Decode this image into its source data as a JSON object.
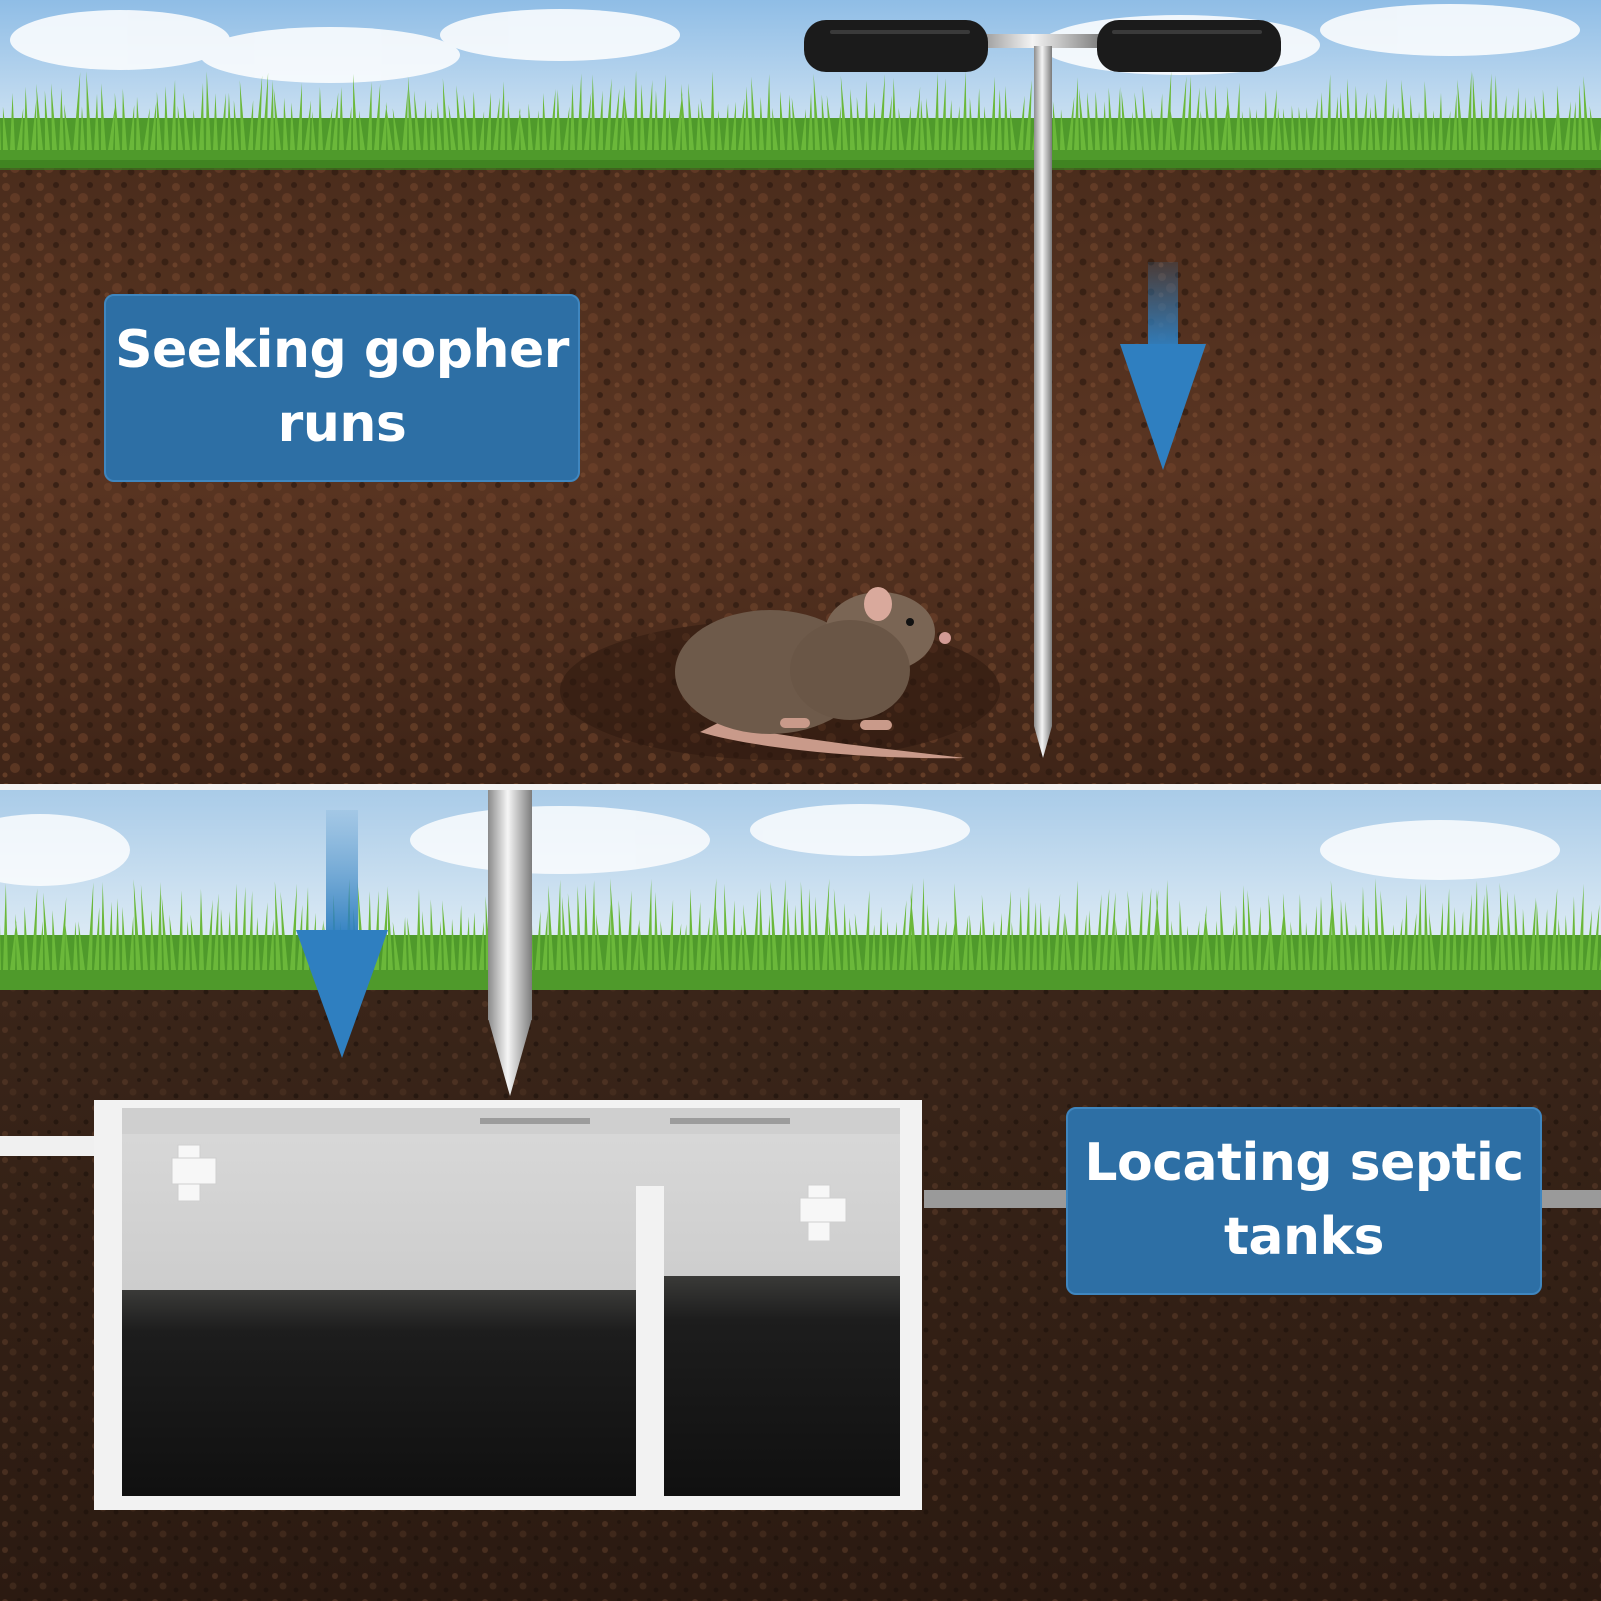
{
  "labels": {
    "gopher": {
      "line1": "Seeking gopher",
      "line2": "runs"
    },
    "septic": {
      "line1": "Locating septic",
      "line2": "tanks"
    }
  },
  "icons": {
    "arrows": "down-arrow-icon",
    "probe": "soil-probe-icon",
    "animal": "gopher-icon",
    "tank": "septic-tank-icon"
  },
  "colors": {
    "label_bg": "#2d6fa5",
    "arrow": "#2f7fc0",
    "soil": "#3b2418",
    "grass": "#4f9a2b",
    "sky": "#a9cbe8"
  }
}
